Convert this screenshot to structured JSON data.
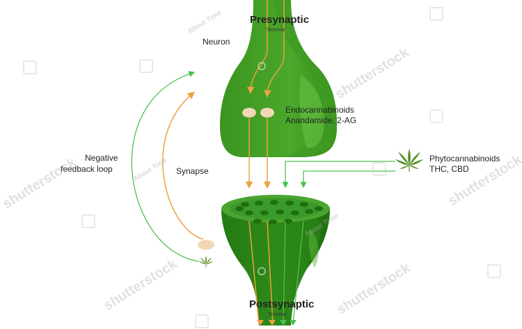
{
  "labels": {
    "presynaptic": "Presynaptic",
    "presynaptic_sub": "Terminal",
    "neuron": "Neuron",
    "endocannabinoids": "Endocannabinoids",
    "endocannabinoids_sub": "Anandamide, 2-AG",
    "negative_feedback_line1": "Negative",
    "negative_feedback_line2": "feedback loop",
    "synapse": "Synapse",
    "phytocannabinoids": "Phytocannabinoids",
    "phytocannabinoids_sub": "THC, CBD",
    "postsynaptic": "Postsynaptic",
    "postsynaptic_sub": "Terminal"
  },
  "watermark": {
    "brand": "shutterstock",
    "tag": "About Time"
  },
  "colors": {
    "neuron_dark": "#2f8a19",
    "neuron_mid": "#45a625",
    "neuron_light": "#6cc447",
    "receptor_top": "#3a9a2a",
    "receptor_hole": "#1f6e10",
    "endo_arrow": "#f0a040",
    "phyto_arrow": "#4cc050",
    "vesicle": "#f2d7b6"
  }
}
